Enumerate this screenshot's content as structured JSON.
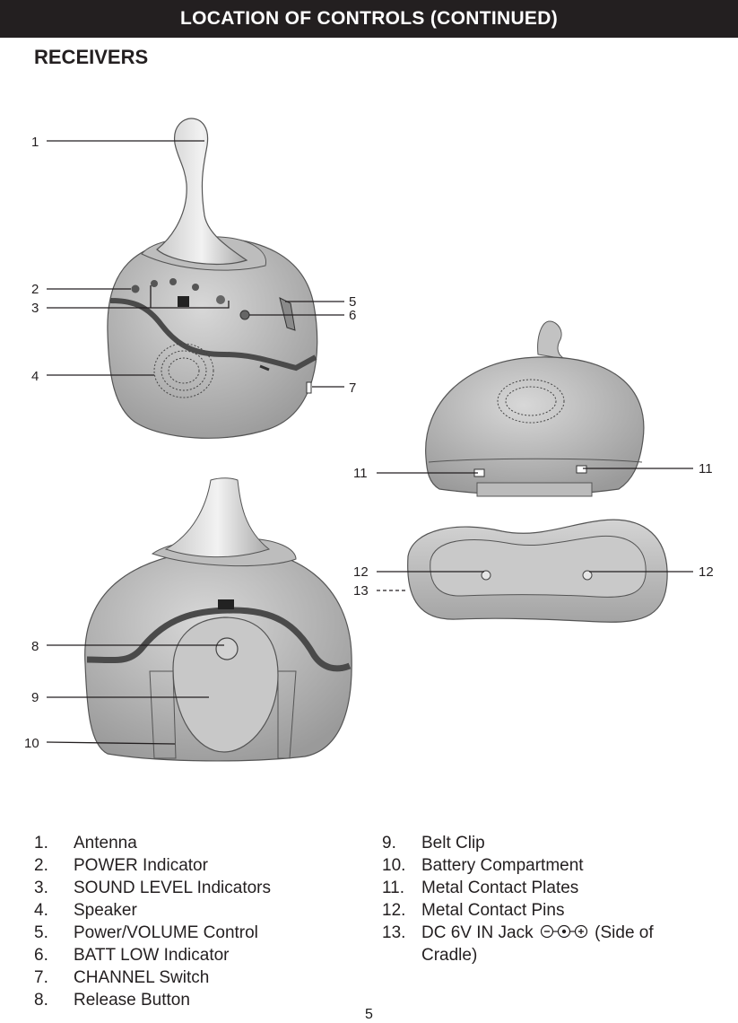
{
  "header": {
    "title": "LOCATION OF CONTROLS (CONTINUED)"
  },
  "section": {
    "title": "RECEIVERS"
  },
  "callouts": [
    "1",
    "2",
    "3",
    "4",
    "5",
    "6",
    "7",
    "8",
    "9",
    "10",
    "11",
    "11",
    "12",
    "12",
    "13"
  ],
  "legend": {
    "left": [
      {
        "num": "1.",
        "text": "Antenna"
      },
      {
        "num": "2.",
        "text": "POWER Indicator"
      },
      {
        "num": "3.",
        "text": "SOUND LEVEL Indicators"
      },
      {
        "num": "4.",
        "text": "Speaker"
      },
      {
        "num": "5.",
        "text": "Power/VOLUME Control"
      },
      {
        "num": "6.",
        "text": "BATT LOW Indicator"
      },
      {
        "num": "7.",
        "text": "CHANNEL Switch"
      },
      {
        "num": "8.",
        "text": "Release Button"
      }
    ],
    "right": [
      {
        "num": "9.",
        "text": "Belt Clip"
      },
      {
        "num": "10.",
        "text": "Battery Compartment"
      },
      {
        "num": "11.",
        "text": "Metal Contact Plates"
      },
      {
        "num": "12.",
        "text": "Metal Contact Pins"
      },
      {
        "num": "13.",
        "text_before": "DC 6V IN Jack",
        "text_after": "(Side of",
        "text_line2": "Cradle)"
      }
    ]
  },
  "page_number": "5"
}
